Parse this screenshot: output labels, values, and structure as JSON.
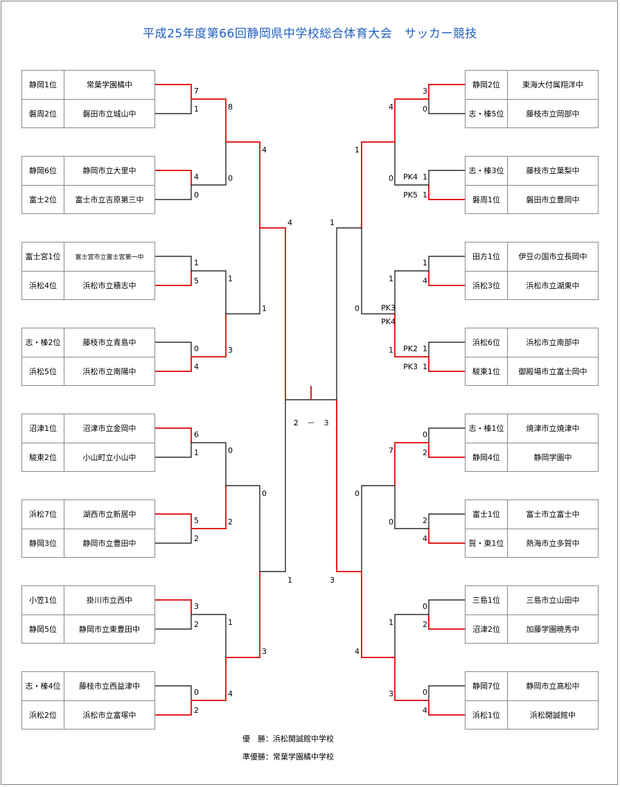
{
  "title": "平成25年度第66回静岡県中学校総合体育大会　サッカー競技",
  "colors": {
    "title": "#1f5fbf",
    "winner_line": "#e02020",
    "line": "#000000",
    "border": "#888888"
  },
  "left_teams": [
    {
      "seed": "静岡1位",
      "name": "常葉学園橘中"
    },
    {
      "seed": "磐周2位",
      "name": "磐田市立城山中"
    },
    {
      "seed": "静岡6位",
      "name": "静岡市立大里中"
    },
    {
      "seed": "富士2位",
      "name": "富士市立吉原第三中"
    },
    {
      "seed": "富士宮1位",
      "name": "富士宮市立富士宮第一中"
    },
    {
      "seed": "浜松4位",
      "name": "浜松市立積志中"
    },
    {
      "seed": "志・榛2位",
      "name": "藤枝市立青島中"
    },
    {
      "seed": "浜松5位",
      "name": "浜松市立南陽中"
    },
    {
      "seed": "沼津1位",
      "name": "沼津市立金岡中"
    },
    {
      "seed": "駿東2位",
      "name": "小山町立小山中"
    },
    {
      "seed": "浜松7位",
      "name": "湖西市立新居中"
    },
    {
      "seed": "静岡3位",
      "name": "静岡市立豊田中"
    },
    {
      "seed": "小笠1位",
      "name": "掛川市立西中"
    },
    {
      "seed": "静岡5位",
      "name": "静岡市立東豊田中"
    },
    {
      "seed": "志・榛4位",
      "name": "藤枝市立西益津中"
    },
    {
      "seed": "浜松2位",
      "name": "浜松市立富塚中"
    }
  ],
  "right_teams": [
    {
      "seed": "静岡2位",
      "name": "東海大付属翔洋中"
    },
    {
      "seed": "志・榛5位",
      "name": "藤枝市立岡部中"
    },
    {
      "seed": "志・榛3位",
      "name": "藤枝市立葉梨中"
    },
    {
      "seed": "磐周1位",
      "name": "磐田市立豊岡中"
    },
    {
      "seed": "田方1位",
      "name": "伊豆の国市立長岡中"
    },
    {
      "seed": "浜松3位",
      "name": "浜松市立湖東中"
    },
    {
      "seed": "浜松6位",
      "name": "浜松市立南部中"
    },
    {
      "seed": "駿東1位",
      "name": "御殿場市立富士岡中"
    },
    {
      "seed": "志・榛1位",
      "name": "焼津市立焼津中"
    },
    {
      "seed": "静岡4位",
      "name": "静岡学園中"
    },
    {
      "seed": "富士1位",
      "name": "富士市立富士中"
    },
    {
      "seed": "賀・東1位",
      "name": "熱海市立多賀中"
    },
    {
      "seed": "三島1位",
      "name": "三島市立山田中"
    },
    {
      "seed": "沼津2位",
      "name": "加藤学園暁秀中"
    },
    {
      "seed": "静岡7位",
      "name": "静岡市立高松中"
    },
    {
      "seed": "浜松1位",
      "name": "浜松開誠館中"
    }
  ],
  "scores": {
    "L1": [
      "7",
      "1",
      "4",
      "0",
      "1",
      "5",
      "0",
      "4",
      "6",
      "1",
      "5",
      "2",
      "3",
      "2",
      "0",
      "2"
    ],
    "L2": [
      "8",
      "0",
      "1",
      "3",
      "0",
      "2",
      "1",
      "4"
    ],
    "L3": [
      "4",
      "1",
      "0",
      "3"
    ],
    "L4": [
      "4",
      "1"
    ],
    "R1": [
      "3",
      "0",
      "1",
      "1",
      "1",
      "4",
      "1",
      "1",
      "0",
      "2",
      "2",
      "4",
      "0",
      "2",
      "0",
      "4"
    ],
    "R1_pk": [
      "PK4",
      "PK5",
      "PK2",
      "PK3"
    ],
    "R2": [
      "4",
      "0",
      "1",
      "1",
      "7",
      "0",
      "1",
      "3"
    ],
    "R2_pk": [
      "PK3",
      "PK4"
    ],
    "R3": [
      "1",
      "0",
      "0",
      "4"
    ],
    "R4": [
      "1",
      "3"
    ],
    "final": "２　－　３"
  },
  "results": {
    "winner": "優　勝：浜松開誠館中学校",
    "runner_up": "準優勝：常葉学園橘中学校"
  }
}
